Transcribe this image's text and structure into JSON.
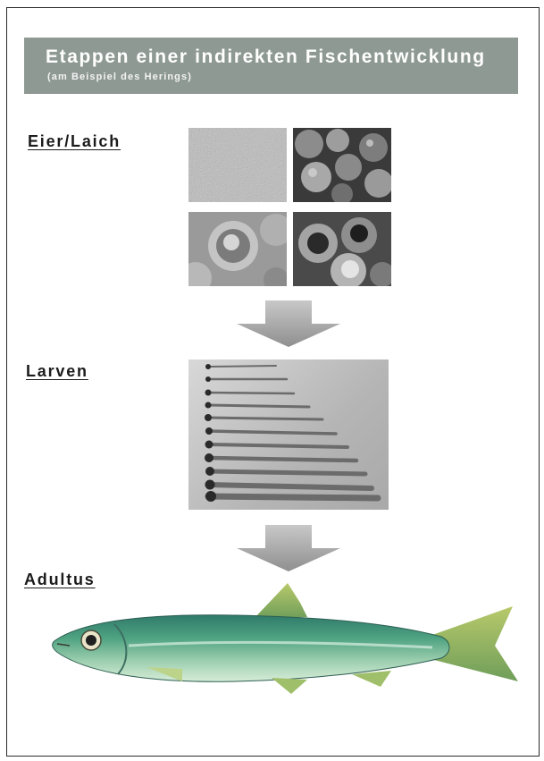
{
  "header": {
    "title": "Etappen einer indirekten Fischentwicklung",
    "subtitle": "(am Beispiel des Herings)"
  },
  "stages": [
    {
      "label": "Eier/Laich"
    },
    {
      "label": "Larven"
    },
    {
      "label": "Adultus"
    }
  ],
  "colors": {
    "banner": "#8e9994",
    "arrow": "#a0a0a0",
    "fish_body": "#4fa382",
    "fish_back": "#2f7a6a"
  }
}
